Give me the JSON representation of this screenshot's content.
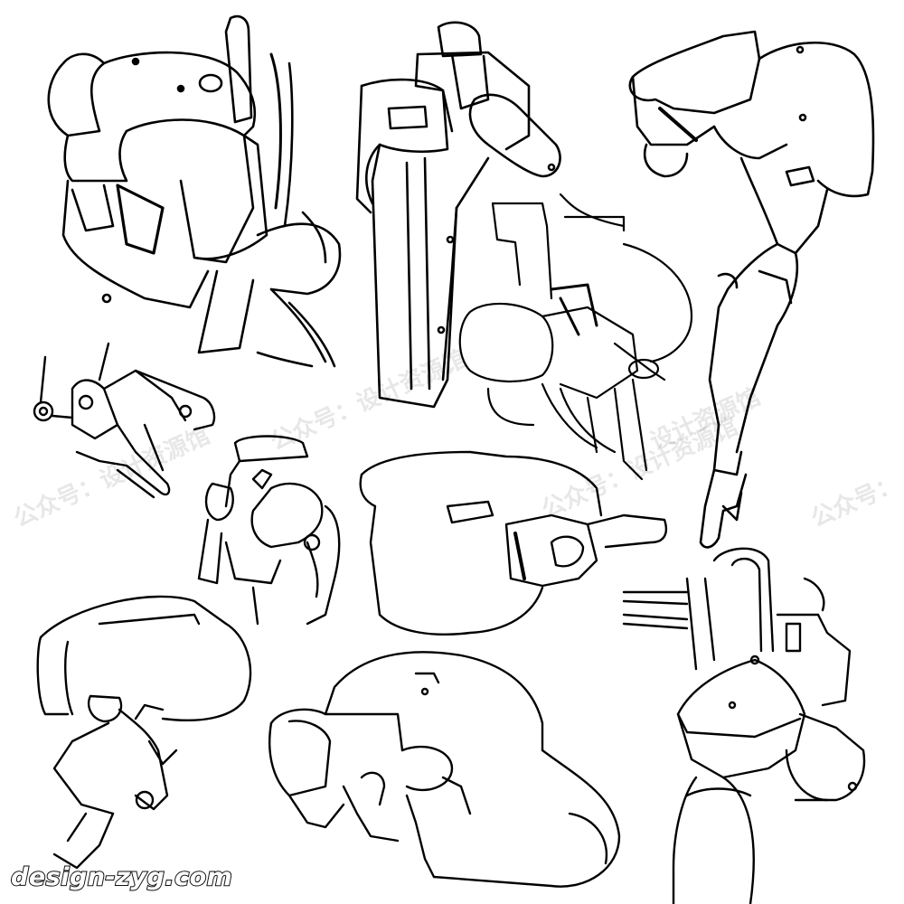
{
  "artwork": {
    "subject": "mechanical arm / robotic joint concept sketches",
    "line_color": "#000000",
    "background_color": "#ffffff"
  },
  "watermarks": {
    "items": [
      "公众号：设计资源馆",
      "公众号：设计资源馆",
      "公众号：设计资源馆",
      "设计资源馆",
      "公众号："
    ]
  },
  "logo": {
    "text": "design-zyg.com"
  }
}
